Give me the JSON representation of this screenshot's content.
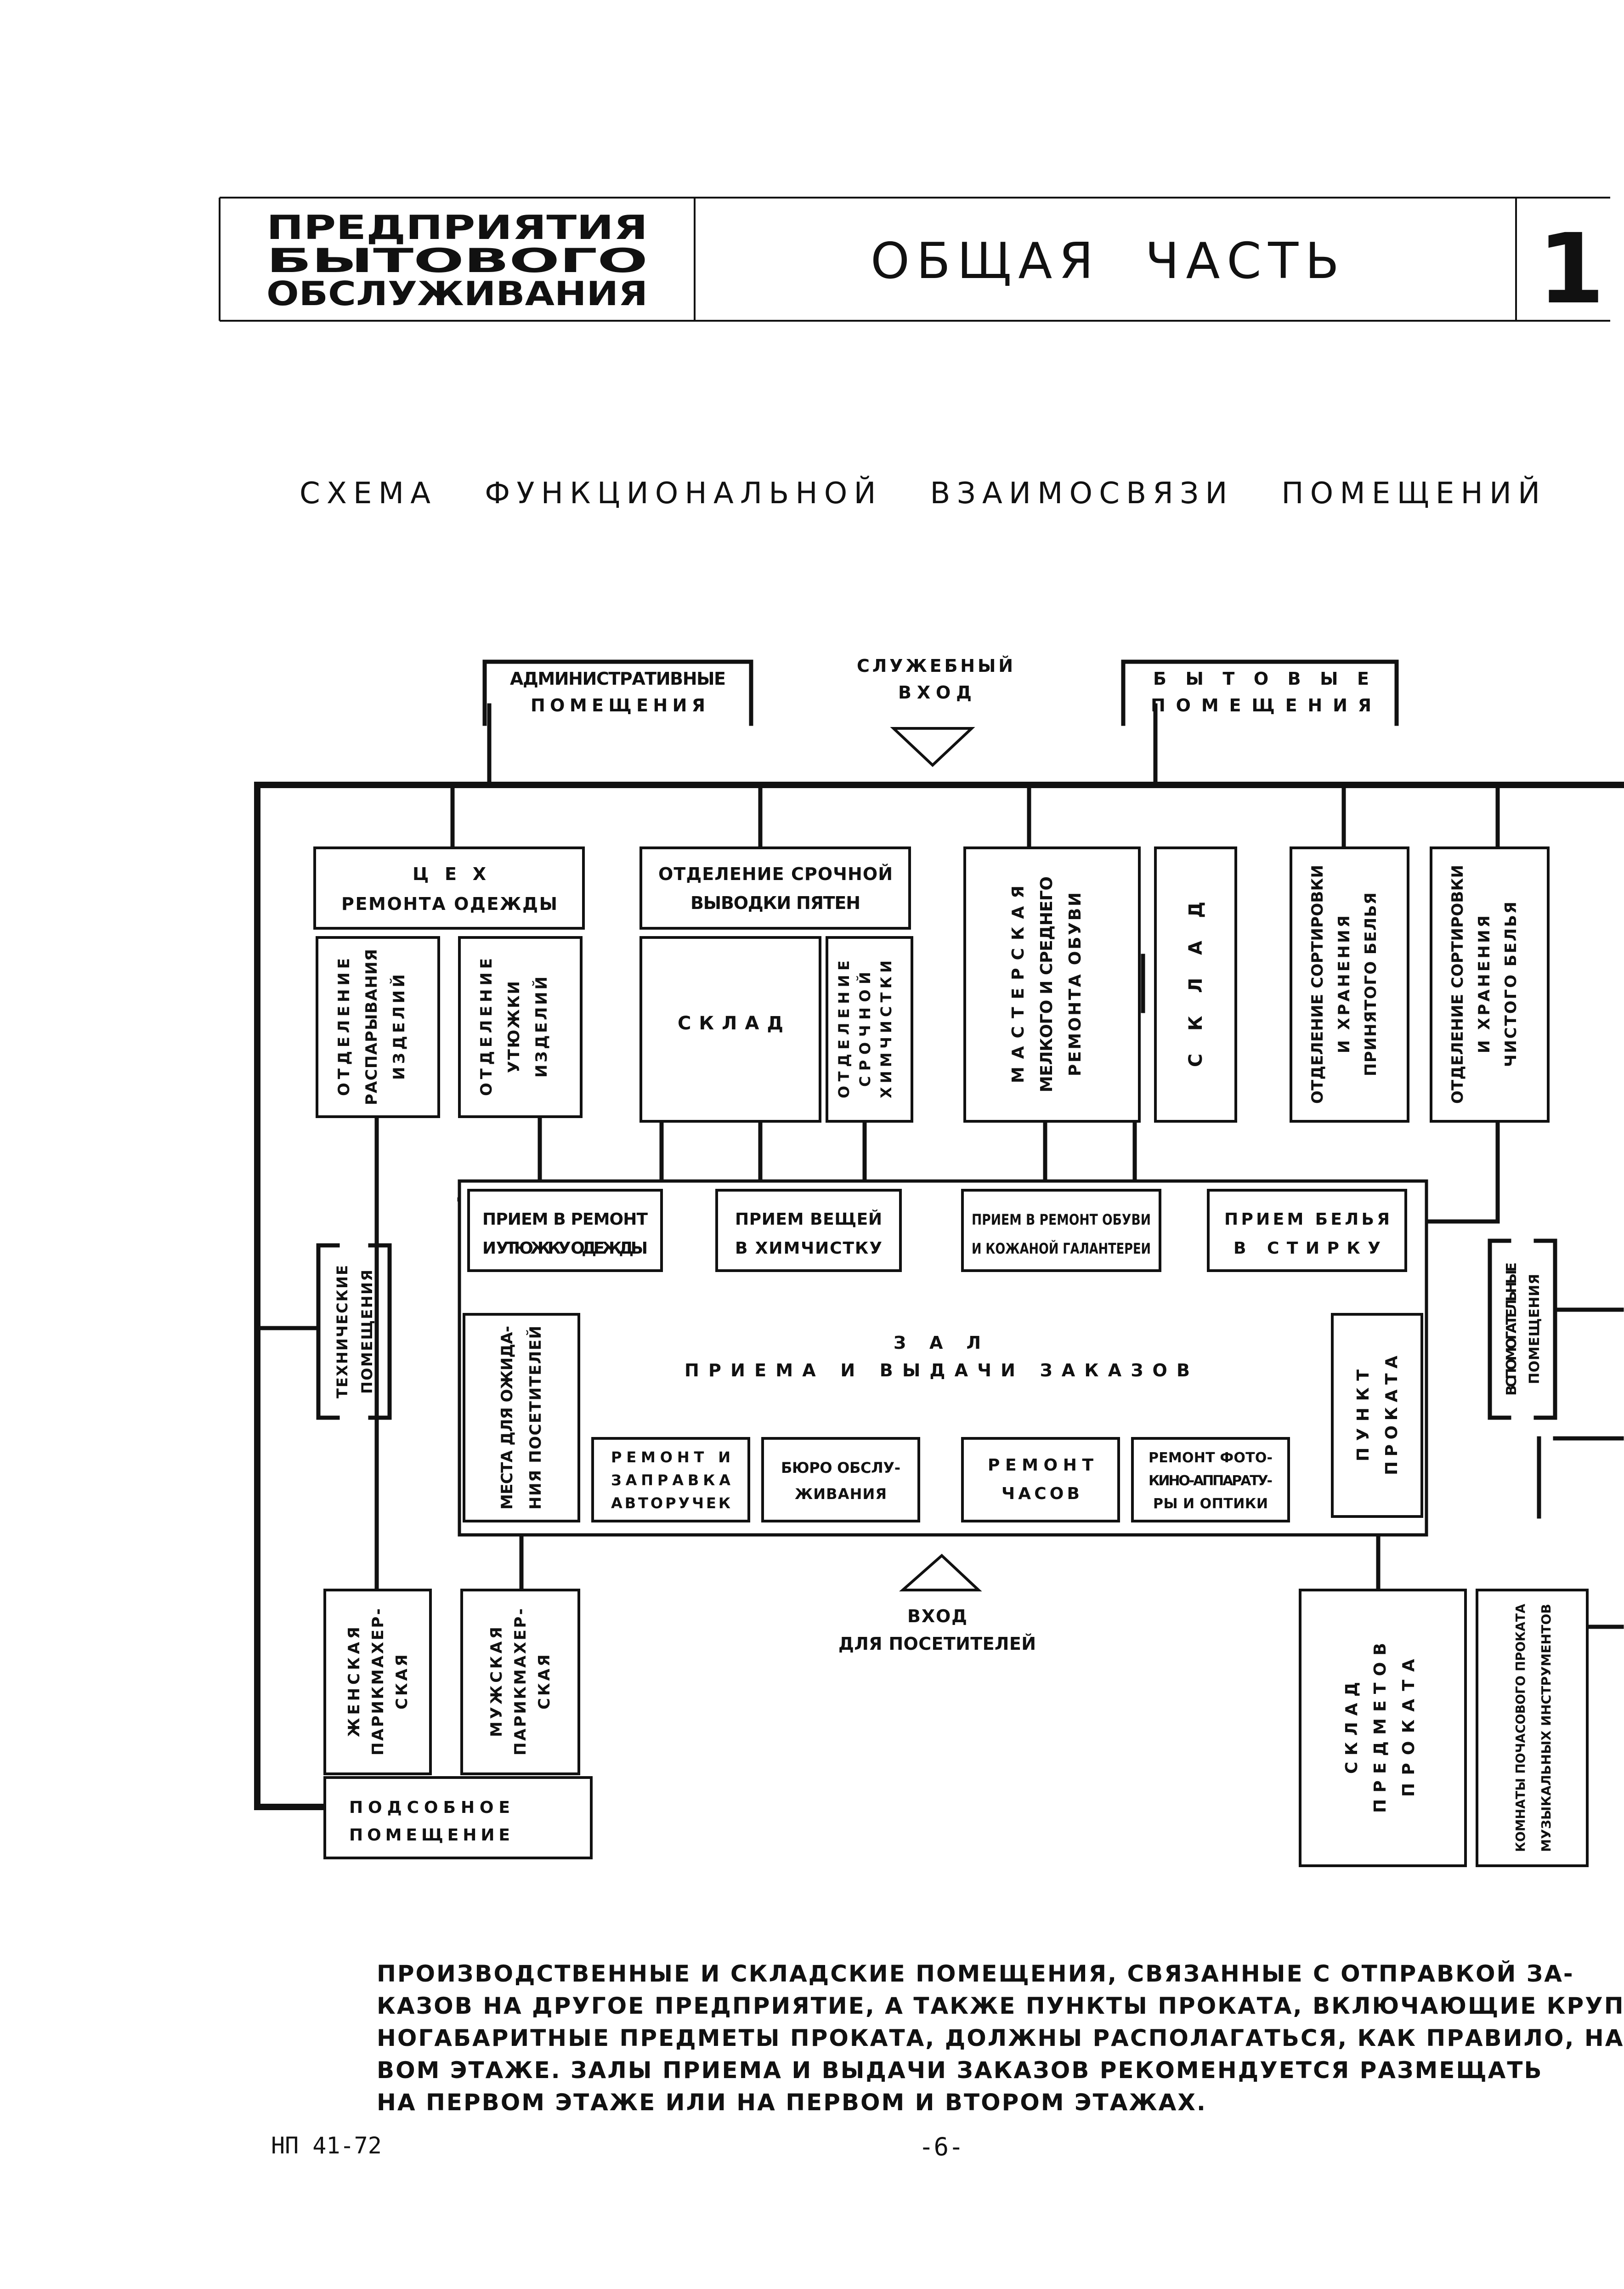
{
  "header": {
    "series": [
      "ПРЕДПРИЯТИЯ",
      "БЫТОВОГО",
      "ОБСЛУЖИВАНИЯ"
    ],
    "section": "ОБЩАЯ  ЧАСТЬ",
    "number": "1"
  },
  "title": "СХЕМА   ФУНКЦИОНАЛЬНОЙ   ВЗАИМОСВЯЗИ   ПОМЕЩЕНИЙ",
  "top": {
    "admin": [
      "АДМИНИСТРАТИВНЫЕ",
      "ПОМЕЩЕНИЯ"
    ],
    "service_entry": [
      "СЛУЖЕБНЫЙ",
      "ВХОД"
    ],
    "domestic": [
      "БЫТОВЫЕ",
      "ПОМЕЩЕНИЯ"
    ]
  },
  "production": {
    "repair_shop": [
      "ЦЕХ",
      "РЕМОНТА ОДЕЖДЫ"
    ],
    "stain_dept": [
      "ОТДЕЛЕНИЕ СРОЧНОЙ",
      "ВЫВОДКИ ПЯТЕН"
    ],
    "unpicking": [
      "ОТДЕЛЕНИЕ",
      "РАСПАРЫВАНИЯ",
      "ИЗДЕЛИЙ"
    ],
    "ironing": [
      "ОТДЕЛЕНИЕ",
      "УТЮЖКИ",
      "ИЗДЕЛИЙ"
    ],
    "store1": "СКЛАД",
    "dry_clean": [
      "ОТДЕЛЕНИЕ",
      "СРОЧНОЙ",
      "ХИМЧИСТКИ"
    ],
    "shoe_shop": [
      "МАСТЕРСКАЯ",
      "МЕЛКОГО И СРЕДНЕГО",
      "РЕМОНТА ОБУВИ"
    ],
    "store2": "СКЛАД",
    "sorting_received": [
      "ОТДЕЛЕНИЕ СОРТИРОВКИ",
      "И ХРАНЕНИЯ",
      "ПРИНЯТОГО БЕЛЬЯ"
    ],
    "sorting_clean": [
      "ОТДЕЛЕНИЕ СОРТИРОВКИ",
      "И ХРАНЕНИЯ",
      "ЧИСТОГО БЕЛЬЯ"
    ]
  },
  "reception": {
    "clothes": [
      "ПРИЕМ В РЕМОНТ",
      "И УТЮЖКУ ОДЕЖДЫ"
    ],
    "dry": [
      "ПРИЕМ ВЕЩЕЙ",
      "В ХИМЧИСТКУ"
    ],
    "shoes": [
      "ПРИЕМ В РЕМОНТ ОБУВИ",
      "И КОЖАНОЙ ГАЛАНТЕРЕИ"
    ],
    "laundry": [
      "ПРИЕМ БЕЛЬЯ",
      "В СТИРКУ"
    ]
  },
  "hall": {
    "title": [
      "ЗАЛ",
      "ПРИЕМА И ВЫДАЧИ ЗАКАЗОВ"
    ],
    "waiting": [
      "МЕСТА ДЛЯ ОЖИДА-",
      "НИЯ ПОСЕТИТЕЛЕЙ"
    ],
    "pens": [
      "РЕМОНТ И",
      "ЗАПРАВКА",
      "АВТОРУЧЕК"
    ],
    "bureau": [
      "БЮРО ОБСЛУ-",
      "ЖИВАНИЯ"
    ],
    "watches": [
      "РЕМОНТ",
      "ЧАСОВ"
    ],
    "photo": [
      "РЕМОНТ ФОТО-",
      "КИНО-АППАРАТУ-",
      "РЫ И ОПТИКИ"
    ],
    "rental": [
      "ПУНКТ",
      "ПРОКАТА"
    ]
  },
  "side": {
    "technical": [
      "ТЕХНИЧЕСКИЕ",
      "ПОМЕЩЕНИЯ"
    ],
    "auxiliary": [
      "ВСПОМОГАТЕЛЬНЫЕ",
      "ПОМЕЩЕНИЯ"
    ]
  },
  "bottom": {
    "visitor_entry": [
      "ВХОД",
      "ДЛЯ ПОСЕТИТЕЛЕЙ"
    ],
    "women_hair": [
      "ЖЕНСКАЯ",
      "ПАРИКМАХЕР-",
      "СКАЯ"
    ],
    "men_hair": [
      "МУЖСКАЯ",
      "ПАРИКМАХЕР-",
      "СКАЯ"
    ],
    "utility": [
      "ПОДСОБНОЕ",
      "ПОМЕЩЕНИЕ"
    ],
    "rental_store": [
      "СКЛАД",
      "ПРЕДМЕТОВ",
      "ПРОКАТА"
    ],
    "music": [
      "КОМНАТЫ ПОЧАСОВОГО ПРОКАТА",
      "МУЗЫКАЛЬНЫХ ИНСТРУМЕНТОВ"
    ]
  },
  "footer": {
    "lines": [
      "ПРОИЗВОДСТВЕННЫЕ И СКЛАДСКИЕ ПОМЕЩЕНИЯ, СВЯЗАННЫЕ С ОТПРАВКОЙ ЗА-",
      "КАЗОВ НА ДРУГОЕ ПРЕДПРИЯТИЕ, А ТАКЖЕ ПУНКТЫ ПРОКАТА, ВКЛЮЧАЮЩИЕ КРУП-",
      "НОГАБАРИТНЫЕ ПРЕДМЕТЫ ПРОКАТА, ДОЛЖНЫ РАСПОЛАГАТЬСЯ, КАК ПРАВИЛО, НА ПЕР-",
      "ВОМ ЭТАЖЕ. ЗАЛЫ ПРИЕМА И ВЫДАЧИ ЗАКАЗОВ РЕКОМЕНДУЕТСЯ РАЗМЕЩАТЬ",
      "НА ПЕРВОМ ЭТАЖЕ ИЛИ НА ПЕРВОМ И ВТОРОМ ЭТАЖАХ."
    ],
    "code": "НП 41-72",
    "page": "-6-"
  }
}
